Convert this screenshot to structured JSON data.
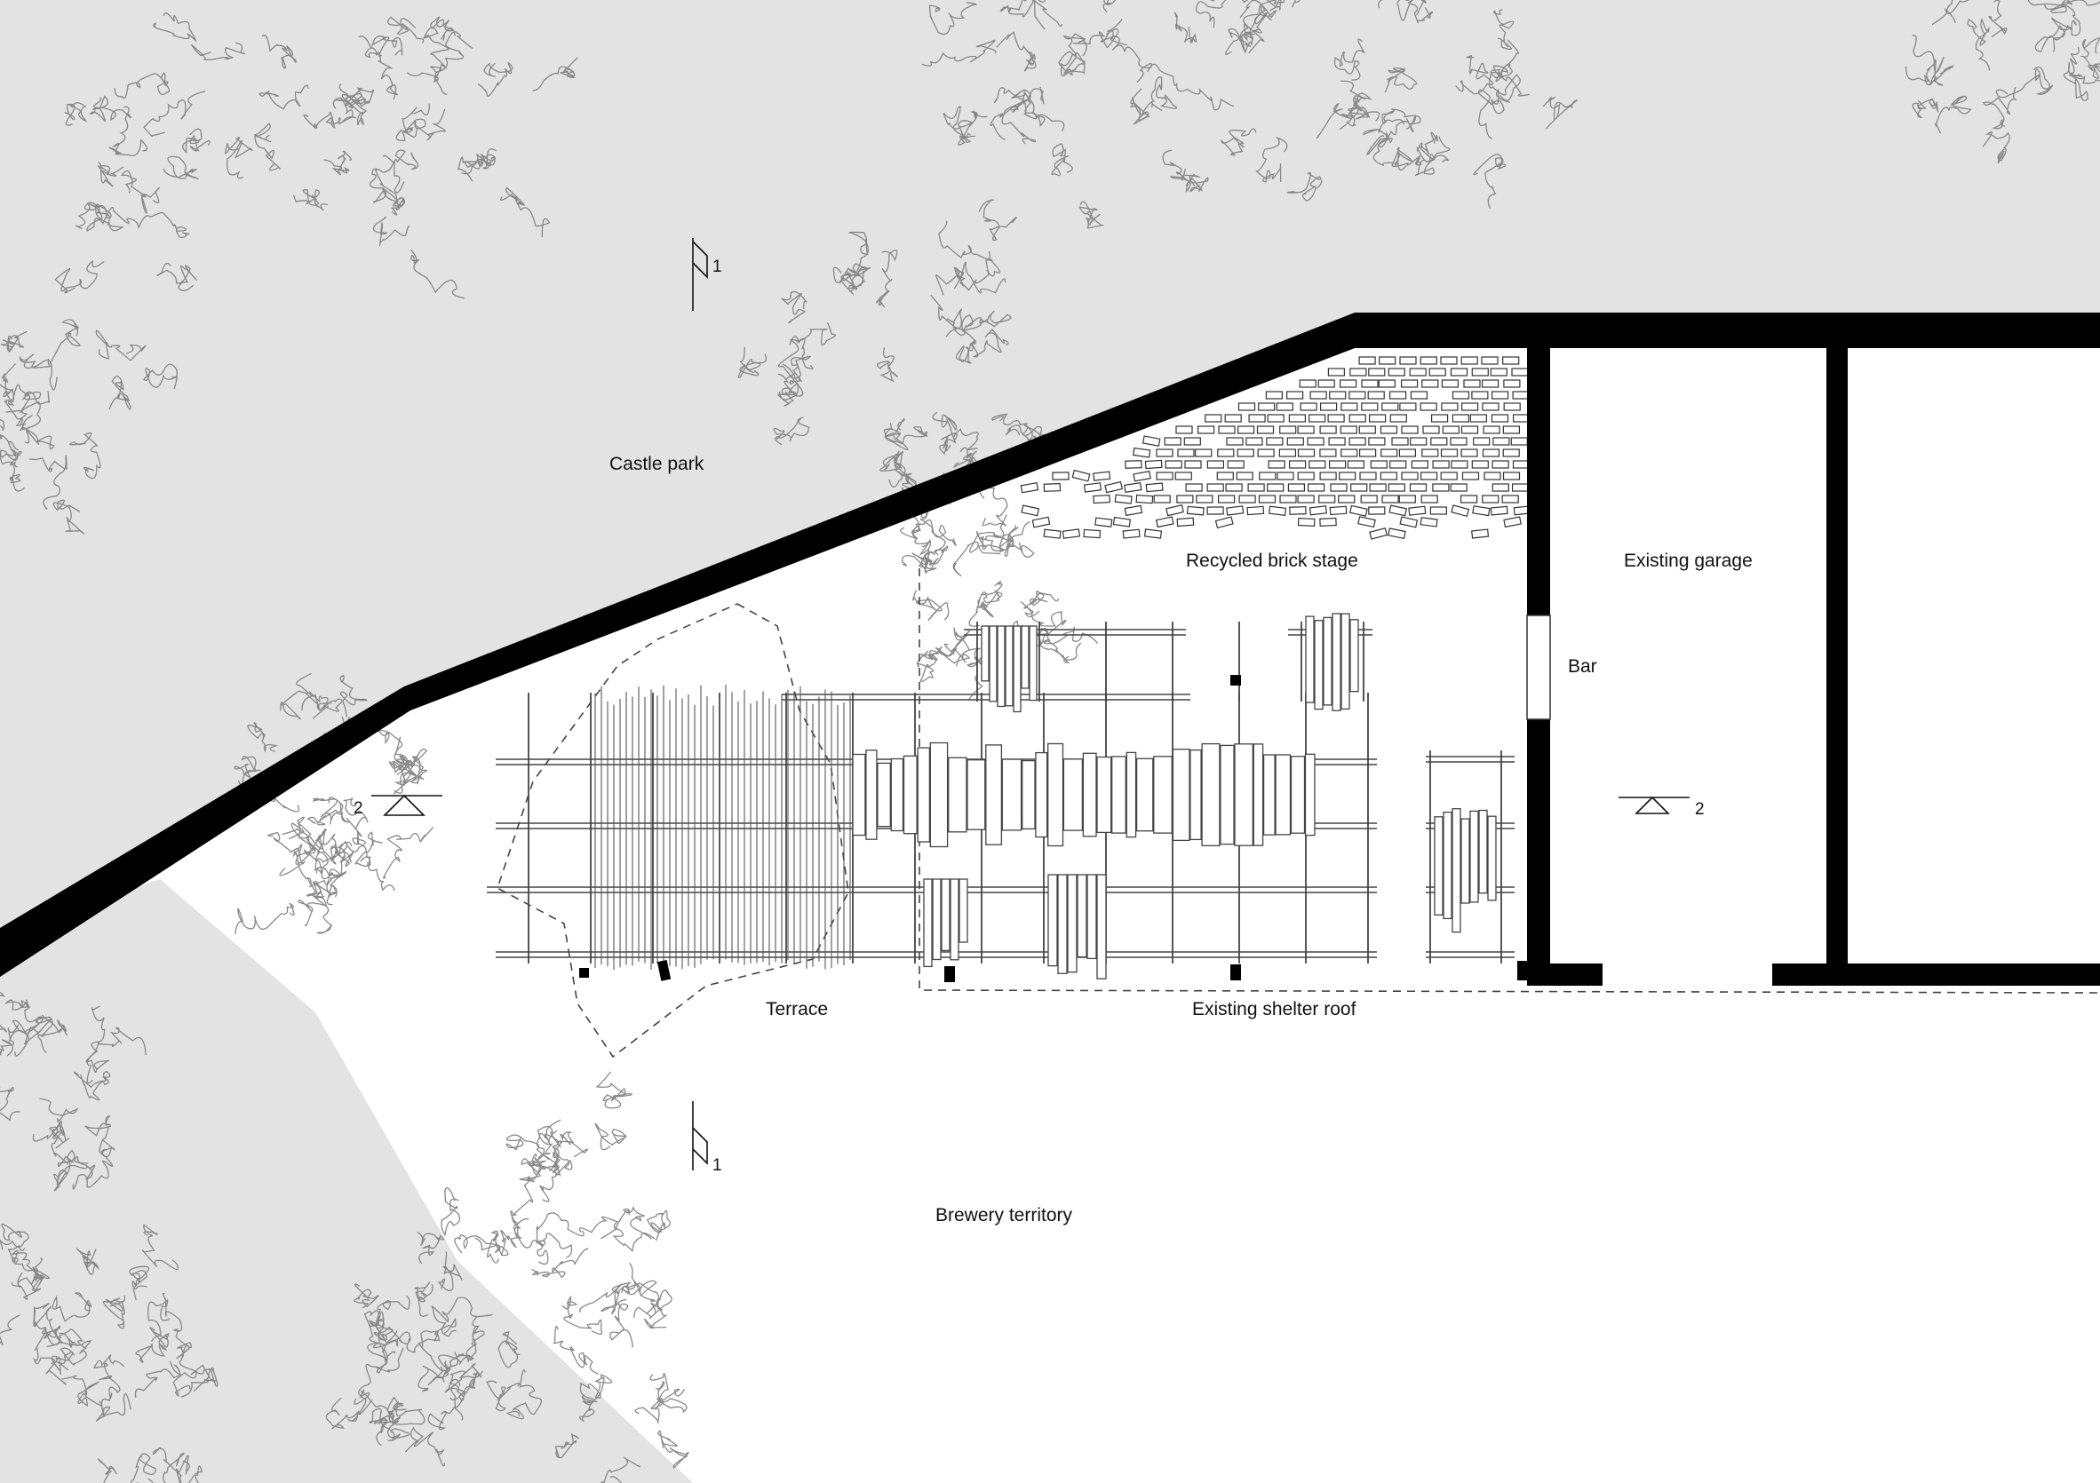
{
  "labels": {
    "castle_park": "Castle park",
    "recycled_brick_stage": "Recycled brick stage",
    "existing_garage": "Existing garage",
    "bar": "Bar",
    "terrace": "Terrace",
    "existing_shelter_roof": "Existing shelter roof",
    "brewery_territory": "Brewery territory"
  },
  "section_marks": {
    "section_1_top": "1",
    "section_1_bottom": "1",
    "level_2_left": "2",
    "level_2_right": "2"
  },
  "colors": {
    "park_fill": "#e3e3e3",
    "wall": "#000000",
    "linework": "#555555",
    "background": "#ffffff"
  }
}
